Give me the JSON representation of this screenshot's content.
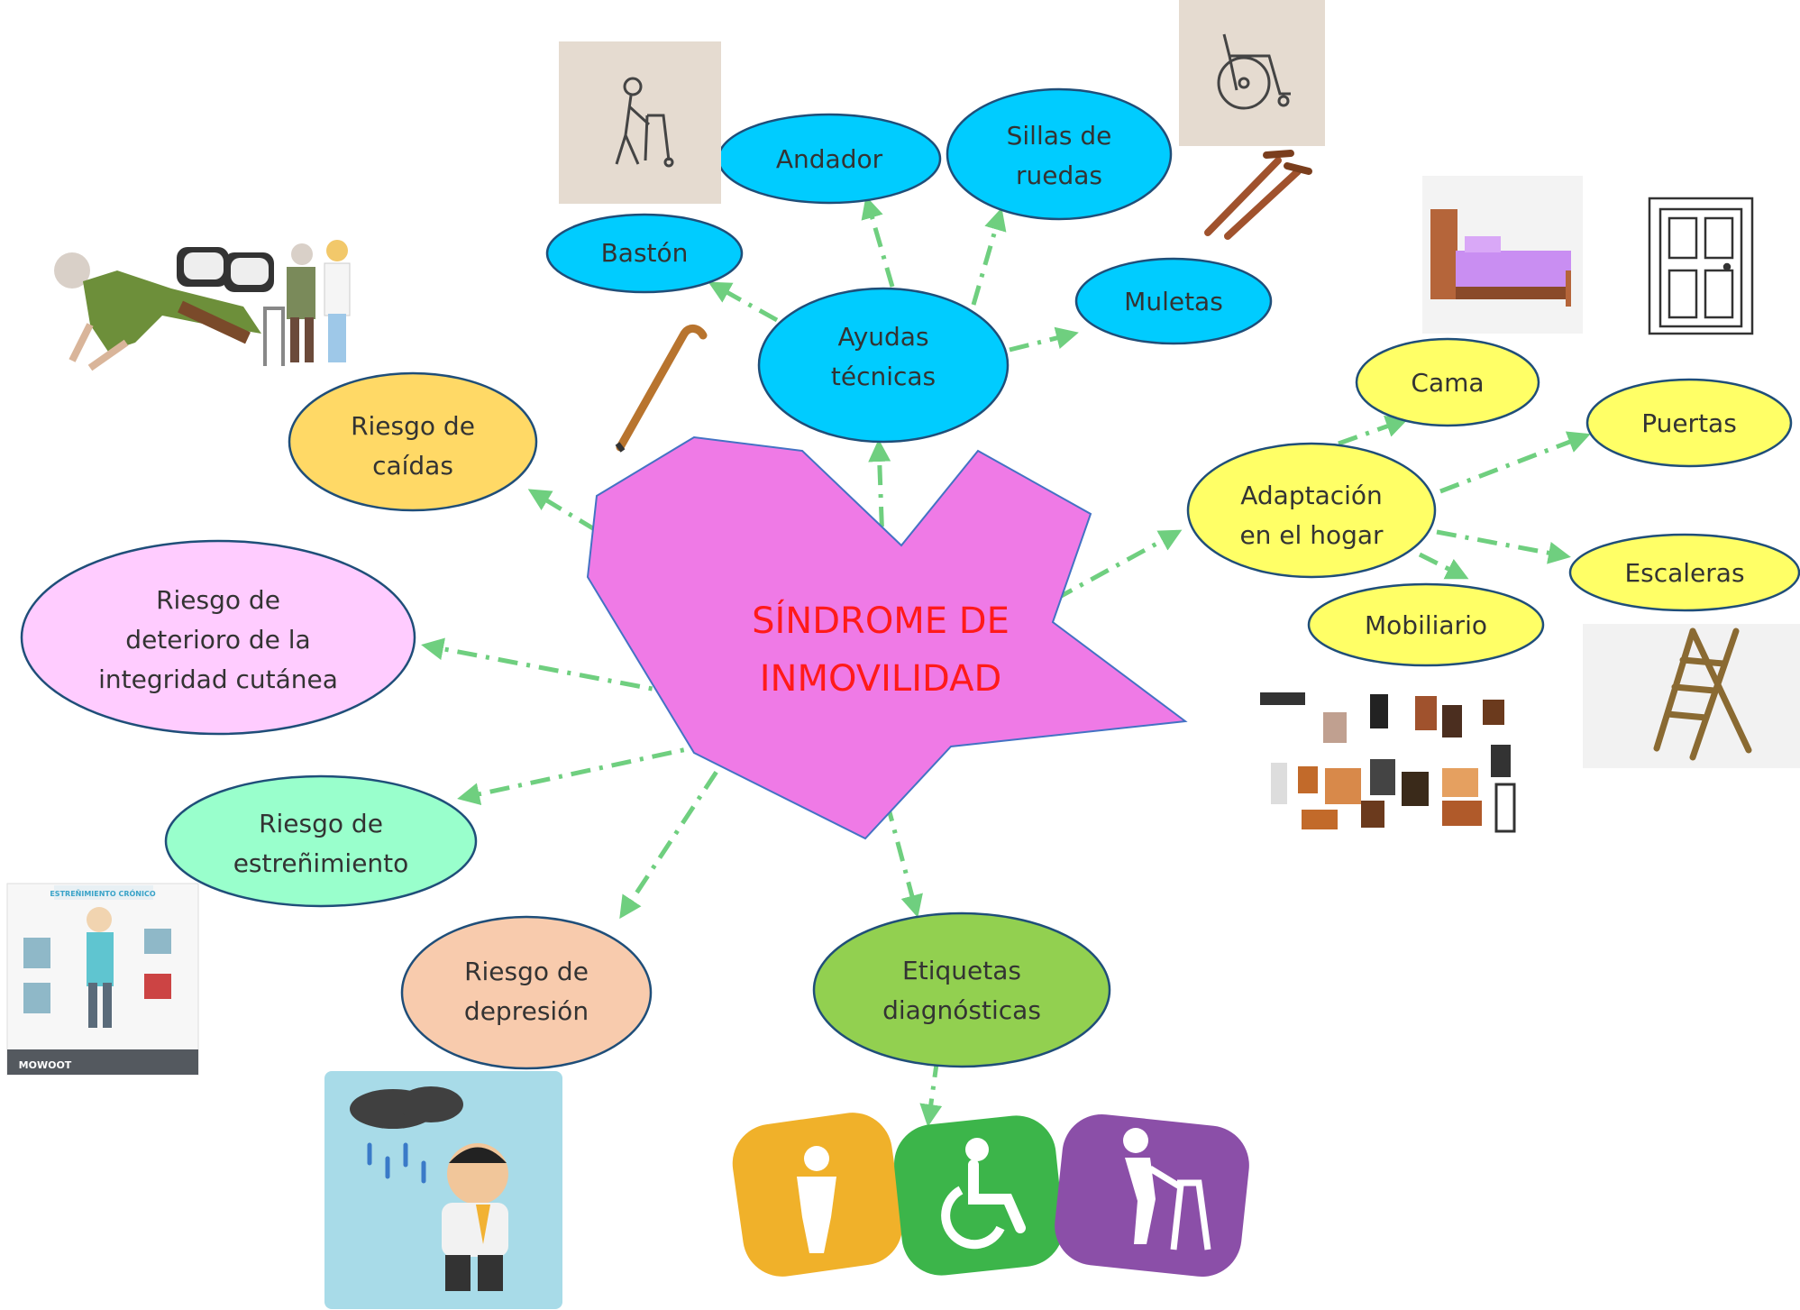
{
  "center": {
    "lines": [
      "SÍNDROME DE",
      "INMOVILIDAD"
    ]
  },
  "nodes": {
    "ayudas": {
      "lines": [
        "Ayudas",
        "técnicas"
      ]
    },
    "baston": {
      "lines": [
        "Bastón"
      ]
    },
    "andador": {
      "lines": [
        "Andador"
      ]
    },
    "sillas": {
      "lines": [
        "Sillas de",
        "ruedas"
      ]
    },
    "muletas": {
      "lines": [
        "Muletas"
      ]
    },
    "adaptacion": {
      "lines": [
        "Adaptación",
        "en el hogar"
      ]
    },
    "cama": {
      "lines": [
        "Cama"
      ]
    },
    "puertas": {
      "lines": [
        "Puertas"
      ]
    },
    "escaleras": {
      "lines": [
        "Escaleras"
      ]
    },
    "mobiliario": {
      "lines": [
        "Mobiliario"
      ]
    },
    "caidas": {
      "lines": [
        "Riesgo de",
        "caídas"
      ]
    },
    "cutanea": {
      "lines": [
        "Riesgo",
        "de",
        "deterioro de la",
        "integridad cutánea"
      ]
    },
    "estrenimiento": {
      "lines": [
        "Riesgo de",
        "estreñimiento"
      ]
    },
    "depresion": {
      "lines": [
        "Riesgo de",
        "depresión"
      ]
    },
    "etiquetas": {
      "lines": [
        "Etiquetas",
        "diagnósticas"
      ]
    }
  },
  "infographic": {
    "title": "ESTREÑIMIENTO CRÓNICO",
    "brand": "MOWOOT"
  },
  "colors": {
    "center": "#ef7ae6",
    "blue": "#00ccff",
    "yellow": "#ffff66",
    "orange_yellow": "#ffd966",
    "pink": "#ffccff",
    "mint": "#99ffcc",
    "peach": "#f8cbad",
    "green": "#92d050",
    "connector": "#6fcf7f"
  },
  "icons": [
    "walker-user-icon",
    "wheelchair-icon",
    "crutches-icon",
    "cane-icon",
    "bed-icon",
    "door-icon",
    "ladder-icon",
    "furniture-icon",
    "fallen-elderly-icon",
    "glasses-icon",
    "caregiver-icon",
    "depressed-man-icon",
    "constipation-infographic",
    "standing-person-icon",
    "wheelchair-badge-icon",
    "walker-person-icon"
  ]
}
